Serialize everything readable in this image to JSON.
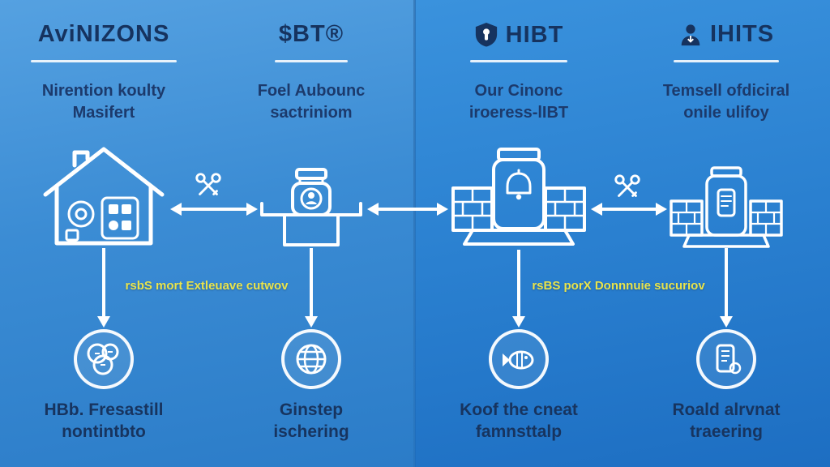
{
  "figure": {
    "type": "process-diagram",
    "panels": 2
  },
  "colors": {
    "background_left": "#3f8fd6",
    "background_right": "#2a7ccd",
    "title_text": "#16335f",
    "subtitle_text": "#1c3a6c",
    "caption_text": "#17345f",
    "connector_text": "#e9e44c",
    "line_art": "#ffffff"
  },
  "columns": [
    {
      "title": "AviNIZONS",
      "subtitle": [
        "Nirention koulty",
        "Masifert"
      ],
      "main_icon": "house",
      "bottom_icon": "community-coins",
      "caption": [
        "HBb. Fresastill",
        "nontintbto"
      ]
    },
    {
      "title": "$BT®",
      "subtitle": [
        "Foel Aubounc",
        "sactriniom"
      ],
      "main_icon": "jar-on-platform",
      "bottom_icon": "globe",
      "caption": [
        "Ginstep",
        "ischering"
      ]
    },
    {
      "title": "HIBT",
      "subtitle": [
        "Our Cinonc",
        "iroeress-lIBT"
      ],
      "main_icon": "jar-machine-bricks",
      "bottom_icon": "fish",
      "caption": [
        "Koof the cneat",
        "famnsttalp"
      ]
    },
    {
      "title": "IHITS",
      "subtitle": [
        "Temsell ofdiciral",
        "onile ulifoy"
      ],
      "main_icon": "jar-on-bricks",
      "bottom_icon": "device",
      "caption": [
        "Roald alrvnat",
        "traeering"
      ]
    }
  ],
  "connector_labels": [
    "rsbS mort Extleuave cutwov",
    "rsBS porX Donnnuie sucuriov"
  ]
}
